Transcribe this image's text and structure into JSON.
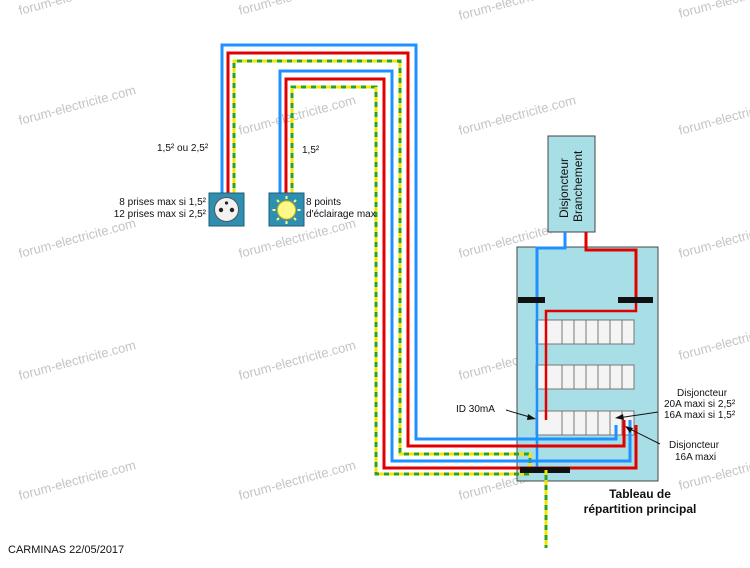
{
  "watermark": "forum-electricite.com",
  "labels": {
    "section_prises": "1,5² ou 2,5²",
    "section_eclairage": "1,5²",
    "prises_line1": "8 prises max si 1,5²",
    "prises_line2": "12 prises max si 2,5²",
    "eclairage_line1": "8 points",
    "eclairage_line2": "d'éclairage  max",
    "disjoncteur_branchement_1": "Disjoncteur",
    "disjoncteur_branchement_2": "Branchement",
    "id_30ma": "ID 30mA",
    "disj_20a_1": "Disjoncteur",
    "disj_20a_2": "20A maxi si 2,5²",
    "disj_20a_3": "16A maxi si 1,5²",
    "disj_16a_1": "Disjoncteur",
    "disj_16a_2": "16A maxi",
    "tableau_1": "Tableau de",
    "tableau_2": "répartition principal",
    "author_date": "CARMINAS 22/05/2017"
  },
  "colors": {
    "phase": "#e00000",
    "neutral": "#1e90ff",
    "earth_green": "#2ca02c",
    "earth_yellow": "#f2e600",
    "panel": "#a8dfe6",
    "device_box": "#2f8fb0",
    "bus_bar": "#111111"
  }
}
